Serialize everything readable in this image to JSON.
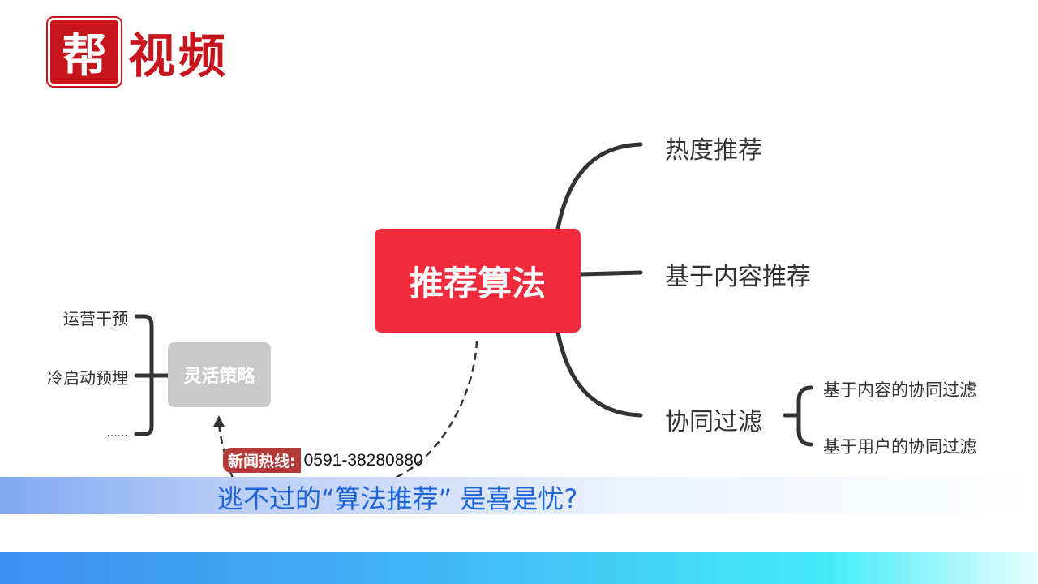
{
  "logo": {
    "seal": "帮",
    "text": "视频"
  },
  "mindmap": {
    "center": "推荐算法",
    "branches": [
      "热度推荐",
      "基于内容推荐",
      "协同过滤"
    ],
    "collab_sub": [
      "基于内容的协同过滤",
      "基于用户的协同过滤"
    ],
    "strategy": "灵活策略",
    "strategy_items": [
      "运营干预",
      "冷启动预埋",
      "......"
    ]
  },
  "hotline": {
    "label": "新闻热线:",
    "number": "0591-38280880"
  },
  "headline": "逃不过的“算法推荐” 是喜是忧?",
  "colors": {
    "center": "#ef2b3d",
    "headline": "#1d64da",
    "logo": "#c8141c"
  }
}
